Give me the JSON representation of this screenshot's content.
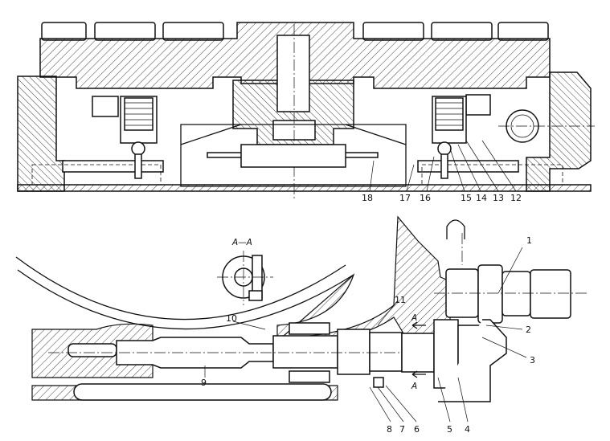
{
  "figure": {
    "part_numbers": [
      "1",
      "2",
      "3",
      "4",
      "5",
      "6",
      "7",
      "8",
      "9",
      "10",
      "11",
      "12",
      "13",
      "14",
      "15",
      "16",
      "17",
      "18"
    ],
    "section_label": "A—A",
    "cut_marker": "A"
  }
}
